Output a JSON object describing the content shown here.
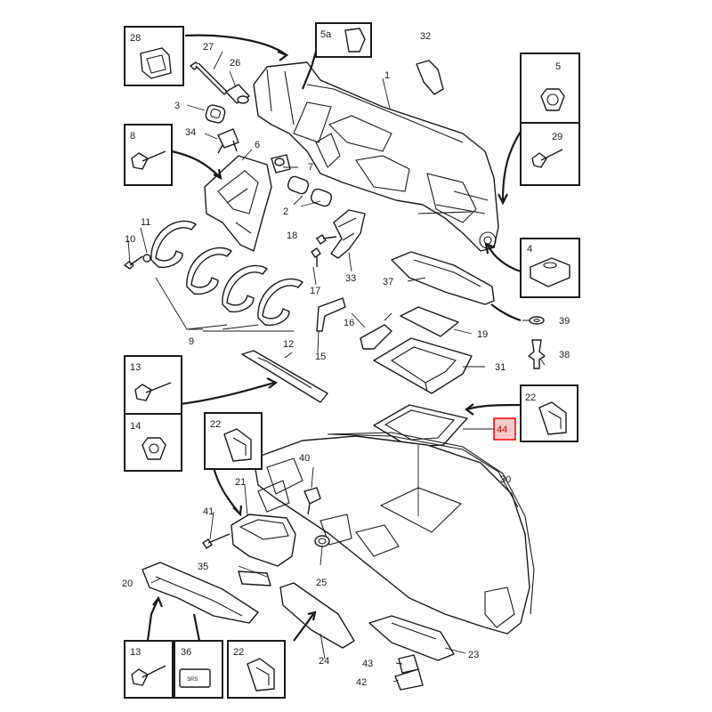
{
  "highlight_color": "#ff0000",
  "highlight_fill": "#f7caca",
  "callouts": {
    "c1": "1",
    "c3": "3",
    "c7": "7",
    "c2": "2",
    "c6": "6",
    "c10": "10",
    "c11": "11",
    "c9": "9",
    "c12": "12",
    "c15": "15",
    "c16": "16",
    "c17": "17",
    "c18": "18",
    "c19": "19",
    "c20": "20",
    "c21": "21",
    "c23": "23",
    "c24": "24",
    "c25": "25",
    "c26": "26",
    "c27": "27",
    "c30": "30",
    "c31": "31",
    "c32": "32",
    "c33": "33",
    "c34": "34",
    "c35": "35",
    "c37": "37",
    "c38": "38",
    "c39": "39",
    "c40": "40",
    "c41": "41",
    "c42": "42",
    "c43": "43",
    "c44": "44"
  },
  "boxes": {
    "b28": "28",
    "b5a": "5a",
    "b5": "5",
    "b29": "29",
    "b8": "8",
    "b4": "4",
    "b13a": "13",
    "b14": "14",
    "b22a": "22",
    "b22b": "22",
    "b13b": "13",
    "b36": "36",
    "b22c": "22"
  },
  "chip_text": "SRS"
}
